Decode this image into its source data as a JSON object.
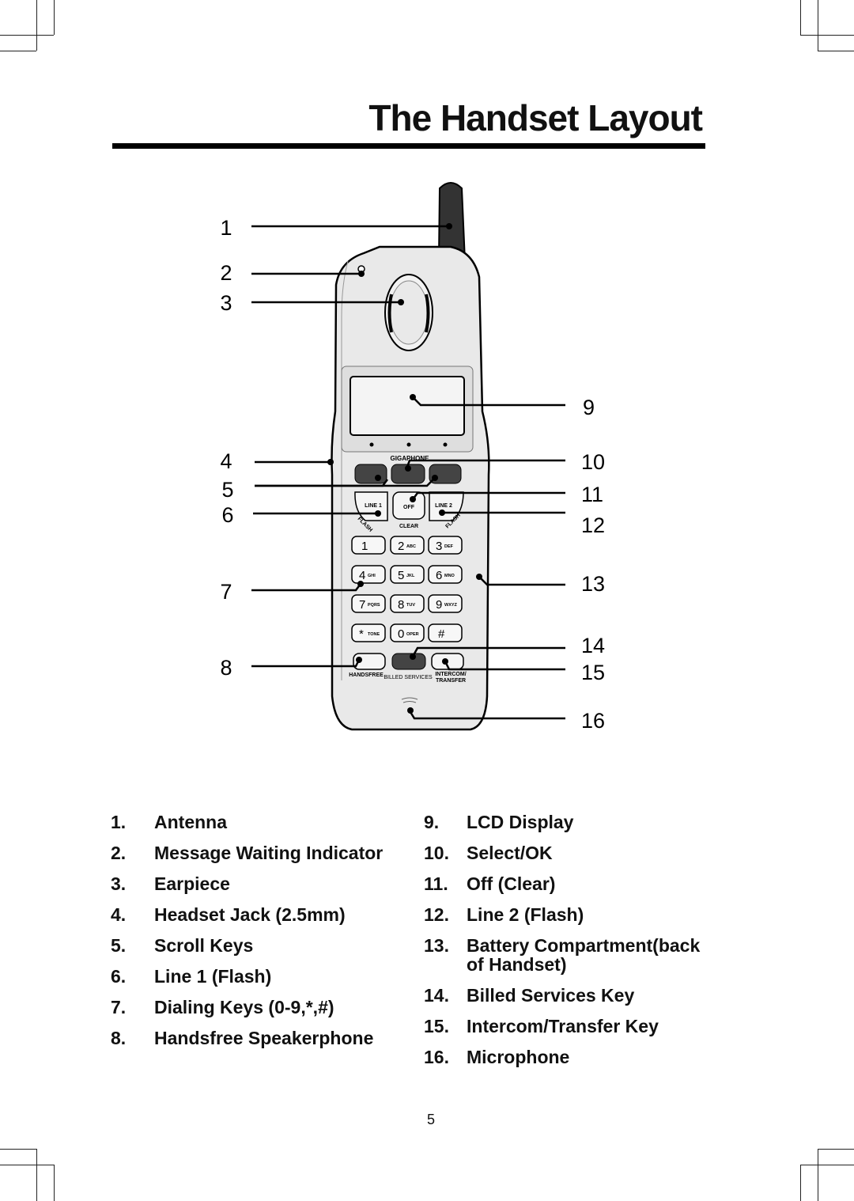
{
  "page": {
    "title": "The Handset Layout",
    "page_number": "5"
  },
  "callouts": [
    "1",
    "2",
    "3",
    "4",
    "5",
    "6",
    "7",
    "8",
    "9",
    "10",
    "11",
    "12",
    "13",
    "14",
    "15",
    "16"
  ],
  "phone": {
    "brand": "GIGAPHONE",
    "line1": "LINE 1",
    "off": "OFF",
    "line2": "LINE 2",
    "clear": "CLEAR",
    "flash": "FLASH",
    "keys": [
      {
        "d": "1",
        "l": ""
      },
      {
        "d": "2",
        "l": "ABC"
      },
      {
        "d": "3",
        "l": "DEF"
      },
      {
        "d": "4",
        "l": "GHI"
      },
      {
        "d": "5",
        "l": "JKL"
      },
      {
        "d": "6",
        "l": "MNO"
      },
      {
        "d": "7",
        "l": "PQRS"
      },
      {
        "d": "8",
        "l": "TUV"
      },
      {
        "d": "9",
        "l": "WXYZ"
      },
      {
        "d": "*",
        "l": "TONE"
      },
      {
        "d": "0",
        "l": "OPER"
      },
      {
        "d": "#",
        "l": ""
      }
    ],
    "handsfree": "HANDSFREE",
    "billed": "BILLED SERVICES",
    "intercom": "INTERCOM/",
    "transfer": "TRANSFER"
  },
  "legend_left": [
    {
      "num": "1.",
      "text": "Antenna"
    },
    {
      "num": "2.",
      "text": "Message Waiting Indicator"
    },
    {
      "num": "3.",
      "text": "Earpiece"
    },
    {
      "num": "4.",
      "text": "Headset Jack (2.5mm)"
    },
    {
      "num": "5.",
      "text": "Scroll Keys"
    },
    {
      "num": "6.",
      "text": "Line 1 (Flash)"
    },
    {
      "num": "7.",
      "text": "Dialing Keys (0-9,*,#)"
    },
    {
      "num": "8.",
      "text": "Handsfree Speakerphone"
    }
  ],
  "legend_right": [
    {
      "num": "9.",
      "text": "LCD  Display"
    },
    {
      "num": "10.",
      "text": "Select/OK"
    },
    {
      "num": "11.",
      "text": "Off (Clear)"
    },
    {
      "num": "12.",
      "text": "Line 2 (Flash)"
    },
    {
      "num": "13.",
      "text": "Battery Compartment(back",
      "text2": "of  Handset)"
    },
    {
      "num": "14.",
      "text": "Billed Services Key"
    },
    {
      "num": "15.",
      "text": "Intercom/Transfer Key"
    },
    {
      "num": "16.",
      "text": "Microphone"
    }
  ]
}
